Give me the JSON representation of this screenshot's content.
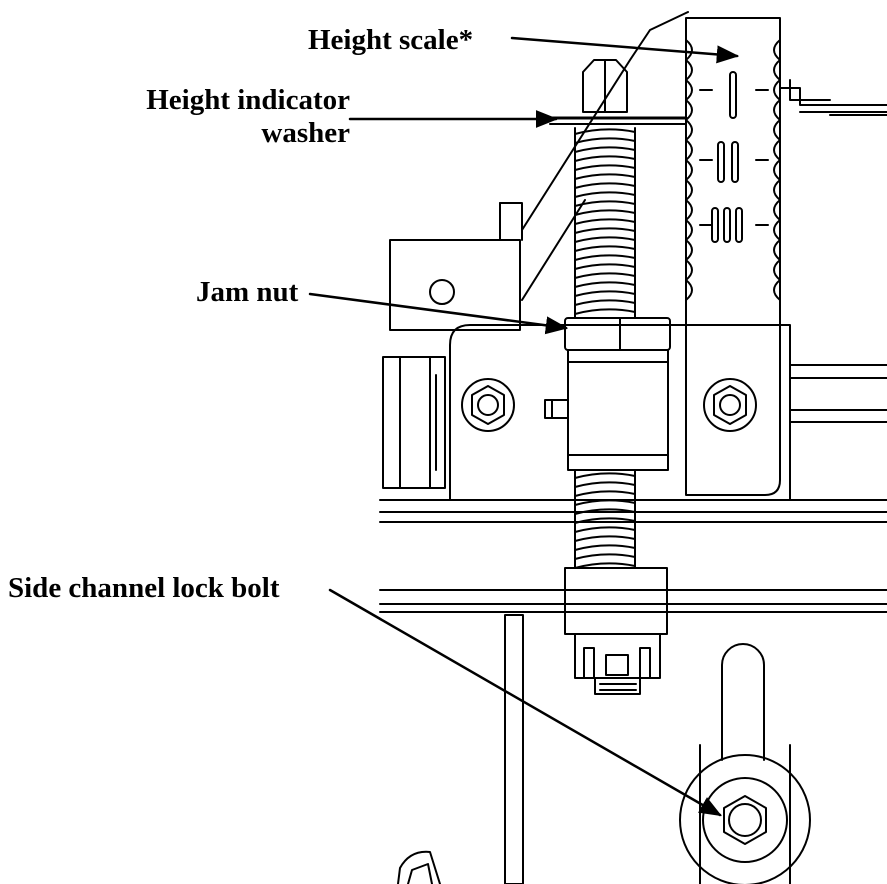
{
  "labels": {
    "height_scale": "Height scale*",
    "height_indicator_washer_line1": "Height indicator",
    "height_indicator_washer_line2": "washer",
    "jam_nut": "Jam nut",
    "side_channel_lock_bolt": "Side channel lock bolt"
  },
  "colors": {
    "ink": "#000000",
    "paper": "#ffffff"
  }
}
